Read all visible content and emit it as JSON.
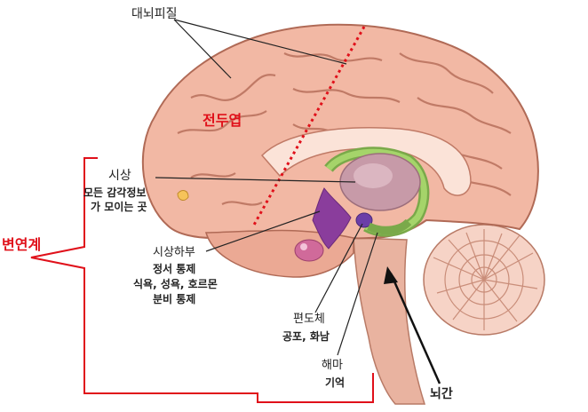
{
  "labels": {
    "cortex": "대뇌피질",
    "prefrontal": "전두엽",
    "thalamus": "시상",
    "thalamus_desc_1": "모든 감각정보",
    "thalamus_desc_2": "가 모이는 곳",
    "limbic": "변연계",
    "hypothalamus": "시상하부",
    "hypothalamus_desc_1": "정서 통제",
    "hypothalamus_desc_2": "식욕, 성욕, 호르몬",
    "hypothalamus_desc_3": "분비 통제",
    "amygdala": "편도체",
    "amygdala_desc": "공포, 화남",
    "hippocampus": "해마",
    "hippocampus_desc": "기억",
    "brainstem": "뇌간"
  },
  "colors": {
    "brain": "#f2b8a4",
    "brain_stroke": "#b06a56",
    "thalamus": "#c79aa8",
    "limbic_green": "#8fc25a",
    "hypothalamus_purple": "#8a3d9c",
    "brainstem": "#e9b3a0",
    "cerebellum": "#f6d3c6",
    "accent_red": "#e0101a"
  }
}
